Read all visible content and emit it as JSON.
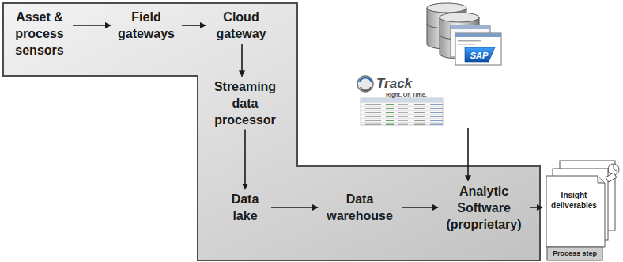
{
  "diagram": {
    "nodes": [
      {
        "text": [
          "Asset & process sensors"
        ]
      },
      {
        "text": [
          "Field gateways"
        ]
      },
      {
        "text": [
          "Cloud gateway"
        ]
      },
      {
        "text": [
          "Streaming data processor"
        ]
      },
      {
        "text": [
          "Data lake"
        ]
      },
      {
        "text": [
          "Data warehouse"
        ]
      },
      {
        "text": [
          "Analytic Software (proprietary)"
        ]
      },
      {
        "text": [
          "SAP",
          "Track",
          "Right. On Time."
        ]
      },
      {
        "text": [
          "Insight deliverables",
          "Process step"
        ]
      }
    ],
    "edges": [
      {
        "from": 0,
        "to": 1,
        "arrow": "to"
      },
      {
        "from": 1,
        "to": 2,
        "arrow": "to"
      },
      {
        "from": 2,
        "to": 3,
        "arrow": "to"
      },
      {
        "from": 3,
        "to": 4,
        "arrow": "to"
      },
      {
        "from": 4,
        "to": 5,
        "arrow": "to"
      },
      {
        "from": 5,
        "to": 6,
        "arrow": "to"
      },
      {
        "from": 7,
        "to": 6,
        "arrow": "to"
      },
      {
        "from": 6,
        "to": 8,
        "arrow": "to"
      }
    ]
  }
}
